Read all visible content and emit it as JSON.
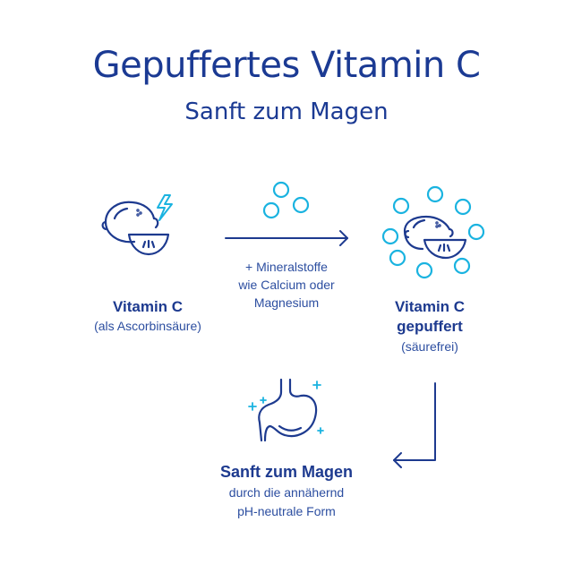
{
  "header": {
    "title": "Gepuffertes Vitamin C",
    "subtitle": "Sanft zum Magen"
  },
  "colors": {
    "navy": "#1d3a8f",
    "cyan": "#1ab3e0",
    "background": "#ffffff"
  },
  "steps": [
    {
      "icon": "lemon-lightning-icon",
      "title": "Vitamin C",
      "note": "(als Ascorbinsäure)"
    },
    {
      "icon": "mineral-bubbles-icon",
      "arrow": "arrow-right-icon",
      "lines": [
        "+ Mineralstoffe",
        "wie Calcium oder",
        "Magnesium"
      ]
    },
    {
      "icon": "lemon-bubbles-icon",
      "title_lines": [
        "Vitamin C",
        "gepuffert"
      ],
      "note": "(säurefrei)"
    },
    {
      "icon": "stomach-sparkle-icon",
      "arrow": "arrow-down-left-icon",
      "title": "Sanft zum Magen",
      "lines": [
        "durch die annähernd",
        "pH-neutrale Form"
      ]
    }
  ]
}
